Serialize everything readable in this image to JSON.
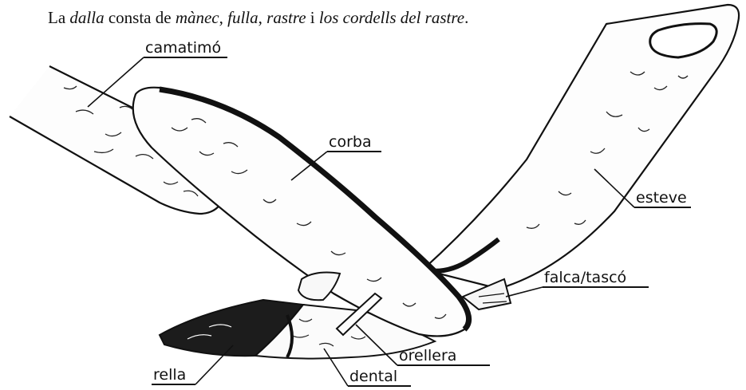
{
  "caption": {
    "p1": "La ",
    "w1": "dalla",
    "p2": " consta de ",
    "w2": "mànec",
    "p3": ", ",
    "w3": "fulla",
    "p4": ", ",
    "w4": "rastre",
    "p5": " i ",
    "w5": "los cordells del rastre",
    "p6": "."
  },
  "labels": {
    "camatimo": "camatimó",
    "corba": "corba",
    "esteve": "esteve",
    "falca": "falca/tascó",
    "orellera": "orellera",
    "dental": "dental",
    "rella": "rella"
  }
}
